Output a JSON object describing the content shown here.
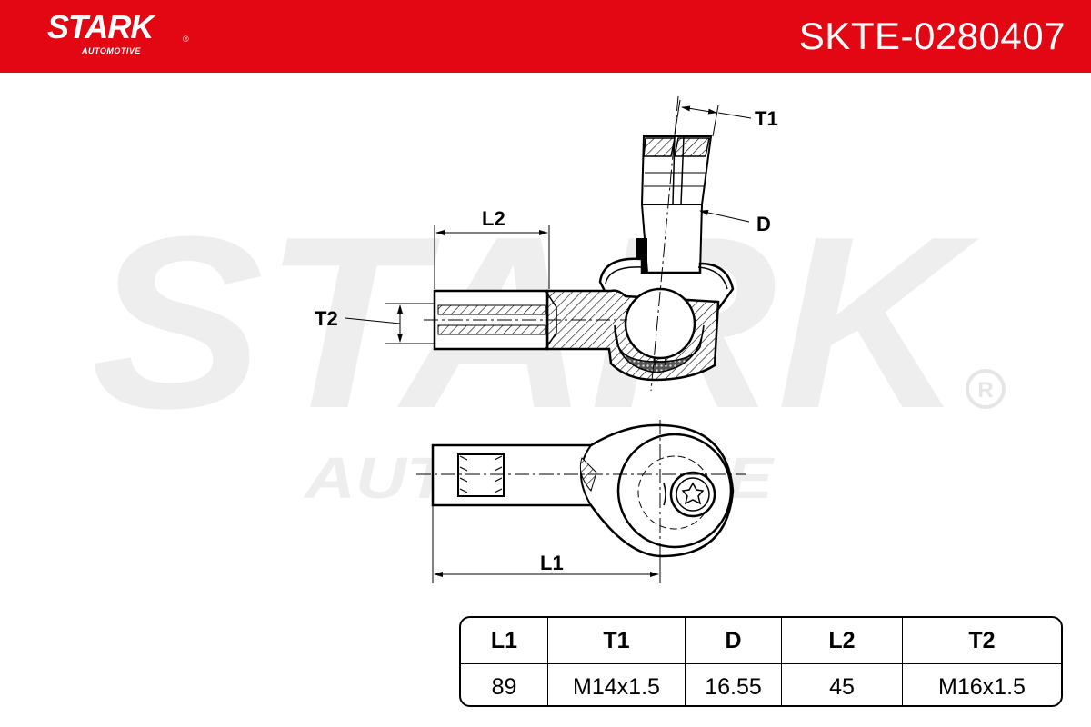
{
  "header": {
    "brand": "STARK",
    "brand_sub": "AUTOMOTIVE",
    "reg_mark": "®",
    "part_number": "SKTE-0280407",
    "color": "#e30613"
  },
  "watermark": {
    "text": "STARK",
    "sub": "AUTOMOTIVE",
    "reg_mark": "®",
    "color": "#eeeeee"
  },
  "drawing": {
    "labels": {
      "t1": "T1",
      "d": "D",
      "l2": "L2",
      "t2": "T2",
      "l1": "L1"
    }
  },
  "spec_table": {
    "headers": [
      "L1",
      "T1",
      "D",
      "L2",
      "T2"
    ],
    "values": [
      "89",
      "M14x1.5",
      "16.55",
      "45",
      "M16x1.5"
    ]
  }
}
